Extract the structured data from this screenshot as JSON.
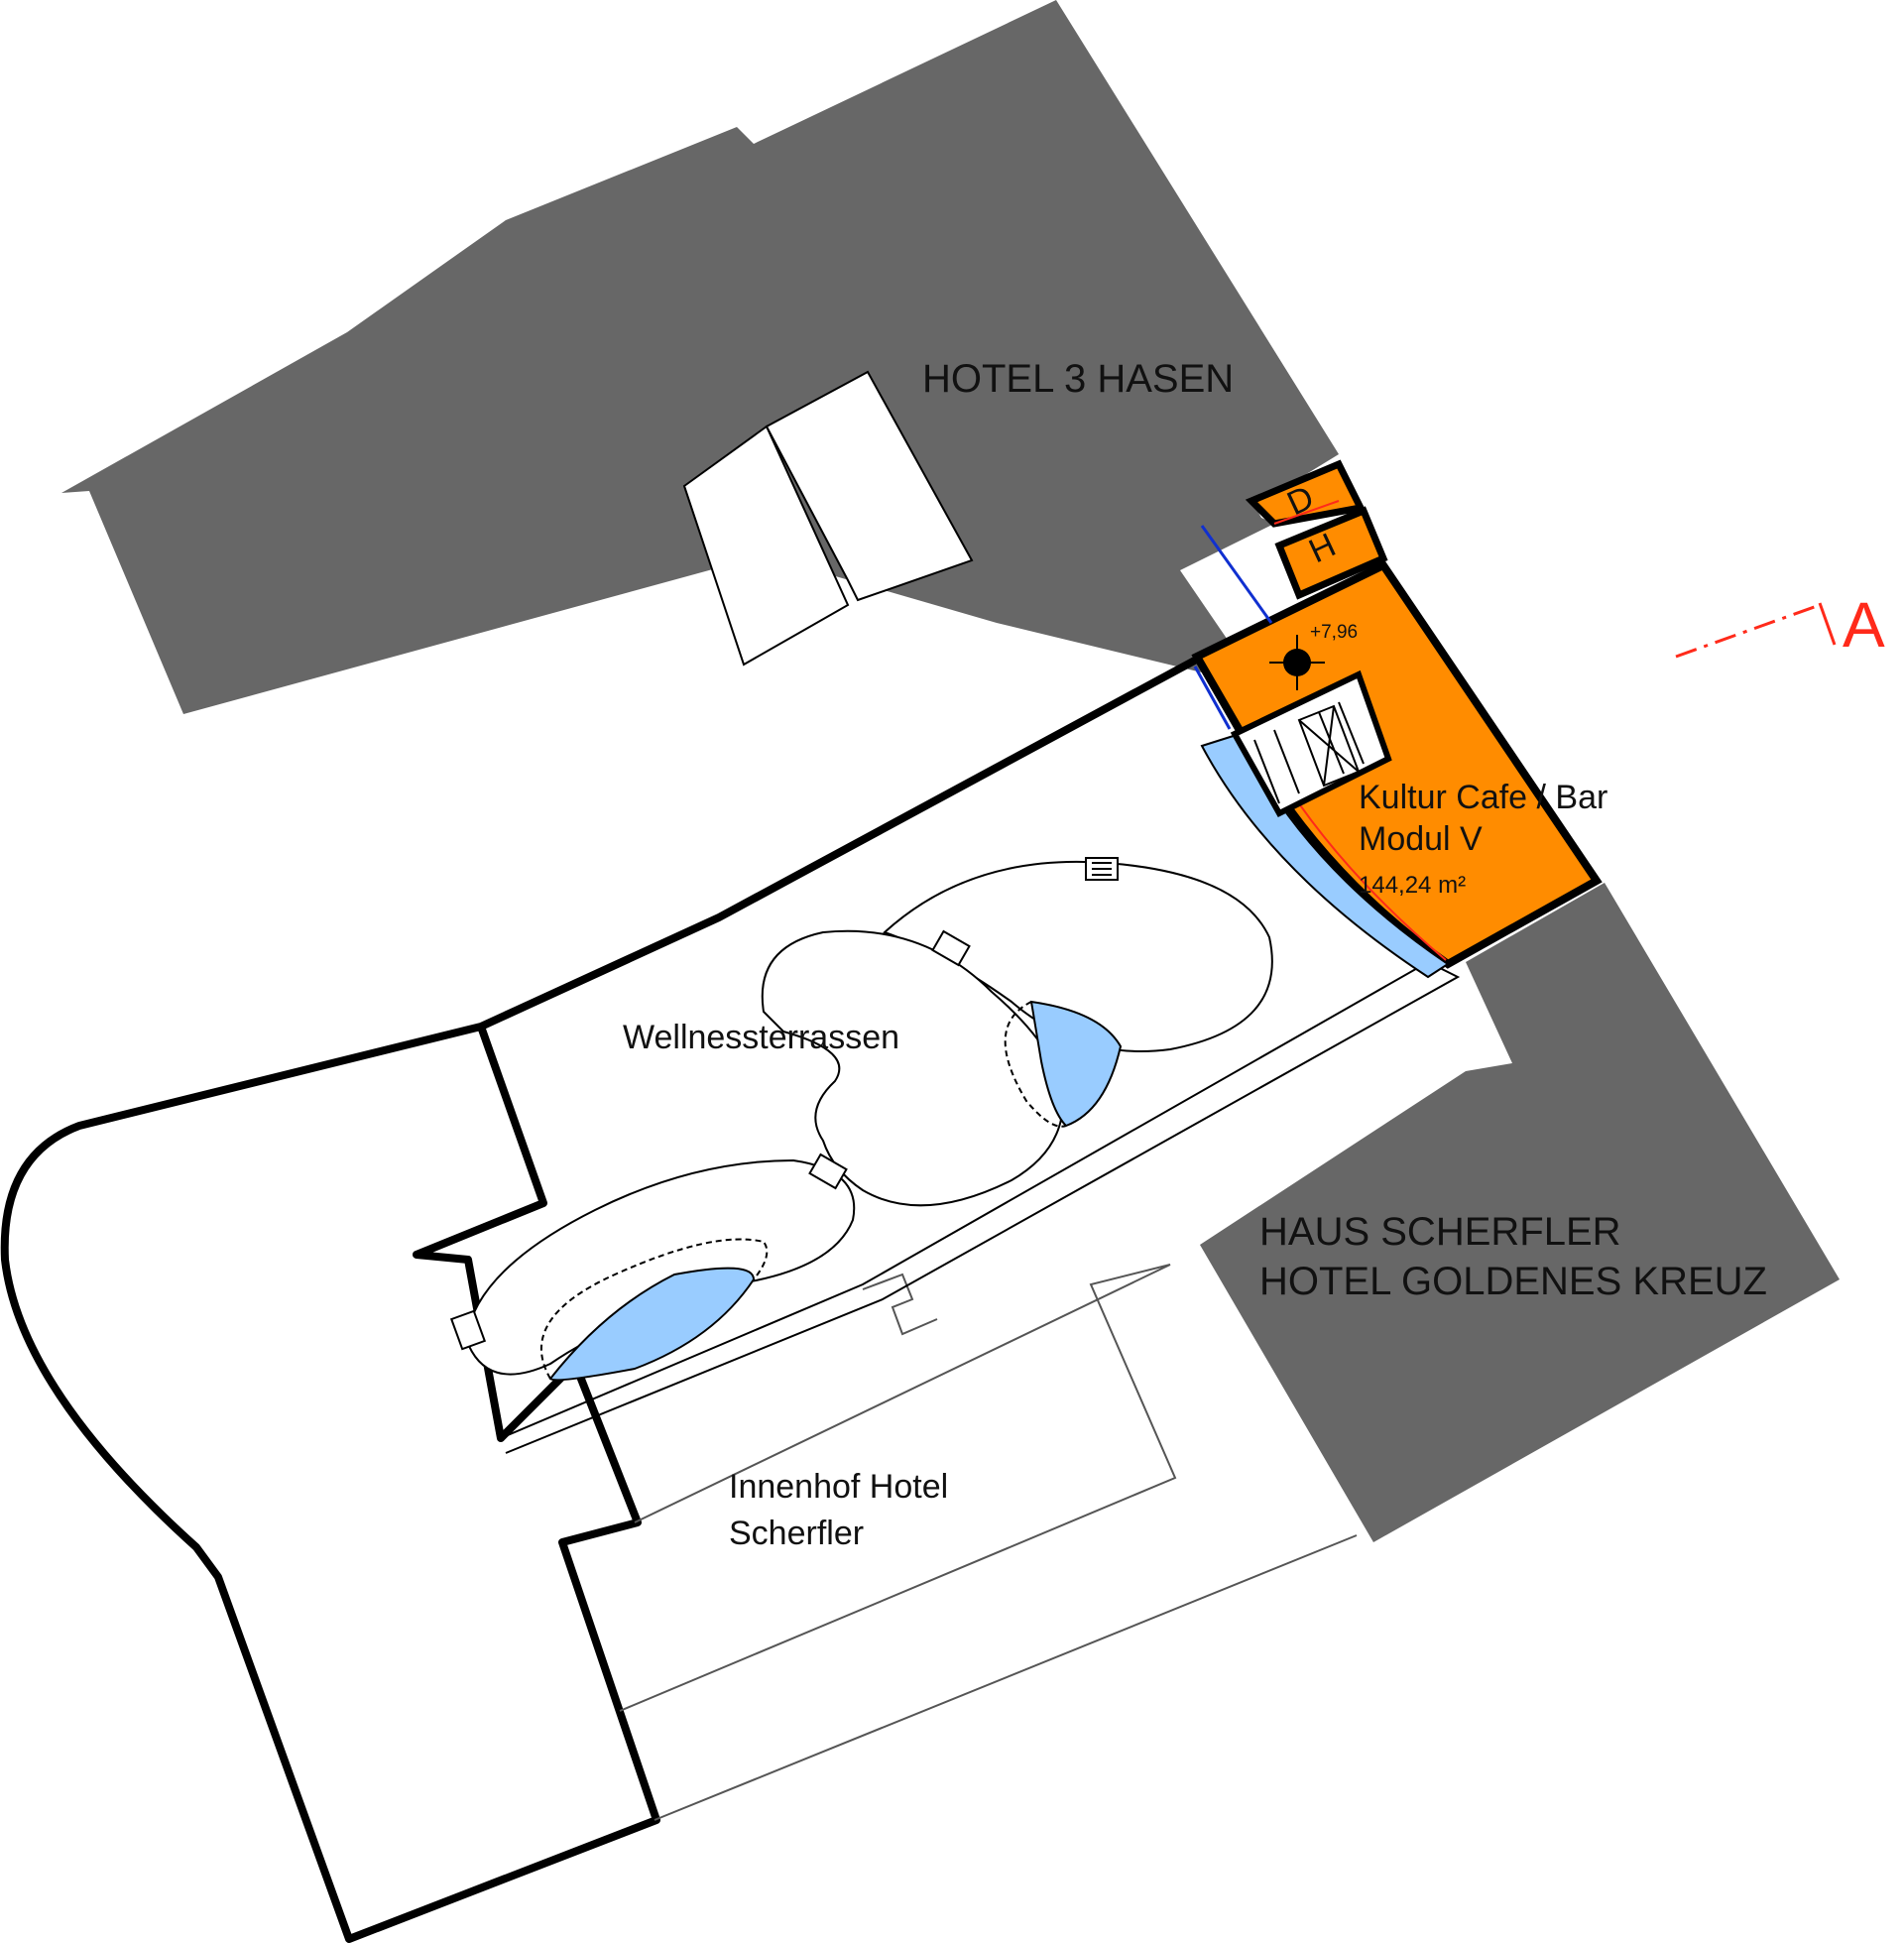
{
  "buildings": {
    "hotel_3_hasen": "HOTEL 3 HASEN",
    "haus_scherfler_line1": "HAUS SCHERFLER",
    "haus_scherfler_line2": "HOTEL GOLDENES KREUZ"
  },
  "rooms": {
    "d_label": "D",
    "h_label": "H",
    "cafe_line1": "Kultur Cafe / Bar",
    "cafe_line2": "Modul V",
    "cafe_area": "144,24 m²",
    "level_mark": "+7,96"
  },
  "areas": {
    "wellness": "Wellnessterrassen",
    "innenhof_line1": "Innenhof Hotel",
    "innenhof_line2": "Scherfler"
  },
  "section_marker": "A",
  "colors": {
    "building_gray": "#676767",
    "module_orange": "#ff8c00",
    "water_blue": "#99ccff",
    "section_red": "#ff2a1a",
    "boundary_blue": "#1030d0"
  }
}
